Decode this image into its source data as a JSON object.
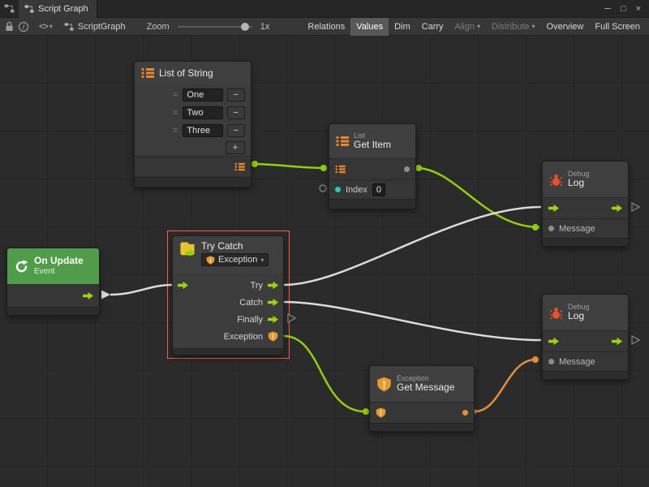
{
  "window": {
    "tab": "Script Graph",
    "controls": {
      "min": "─",
      "max": "□",
      "close": "×"
    }
  },
  "toolbar": {
    "code_glyph": "<>",
    "breadcrumb": "ScriptGraph",
    "zoom_label": "Zoom",
    "zoom_value": "1x",
    "buttons": [
      {
        "label": "Relations",
        "active": false,
        "disabled": false
      },
      {
        "label": "Values",
        "active": true,
        "disabled": false
      },
      {
        "label": "Dim",
        "active": false,
        "disabled": false
      },
      {
        "label": "Carry",
        "active": false,
        "disabled": false
      },
      {
        "label": "Align",
        "active": false,
        "disabled": true,
        "dropdown": true
      },
      {
        "label": "Distribute",
        "active": false,
        "disabled": true,
        "dropdown": true
      },
      {
        "label": "Overview",
        "active": false,
        "disabled": false
      },
      {
        "label": "Full Screen",
        "active": false,
        "disabled": false
      }
    ]
  },
  "glyphs": {
    "caret": "▾",
    "minus": "−",
    "plus": "+",
    "equals": "=",
    "exclaim": "!",
    "info": "i"
  },
  "canvas": {
    "nodes": {
      "list_of_string": {
        "title": "List of String",
        "items": [
          "One",
          "Two",
          "Three"
        ]
      },
      "get_item": {
        "category": "List",
        "title": "Get Item",
        "index_label": "Index",
        "index_value": "0"
      },
      "log_top": {
        "category": "Debug",
        "title": "Log",
        "message_label": "Message"
      },
      "on_update": {
        "title": "On Update",
        "subtitle": "Event"
      },
      "try_catch": {
        "title": "Try Catch",
        "selector": "Exception",
        "port_try": "Try",
        "port_catch": "Catch",
        "port_finally": "Finally",
        "port_exception": "Exception"
      },
      "get_message": {
        "category": "Exception",
        "title": "Get Message"
      },
      "log_bottom": {
        "category": "Debug",
        "title": "Log",
        "message_label": "Message"
      }
    },
    "connections": [
      {
        "from": "list_of_string.output",
        "to": "get_item.list",
        "color": "#8ed010"
      },
      {
        "from": "get_item.item",
        "to": "log_top.message",
        "color": "#8ed010"
      },
      {
        "from": "on_update.flow",
        "to": "try_catch.enter",
        "color": "#e0e0e0"
      },
      {
        "from": "try_catch.try",
        "to": "log_top.enter",
        "color": "#e0e0e0"
      },
      {
        "from": "try_catch.catch",
        "to": "log_bottom.enter",
        "color": "#e0e0e0"
      },
      {
        "from": "try_catch.exception",
        "to": "get_message.exception",
        "color": "#8ed010"
      },
      {
        "from": "get_message.message",
        "to": "log_bottom.message",
        "color": "#e0913f"
      }
    ]
  },
  "colors": {
    "flow_green": "#9bd40c",
    "wire_green": "#8ed010",
    "wire_white": "#dcdcdc",
    "wire_orange": "#e0913f",
    "icon_orange": "#e8872e",
    "bug_red": "#e8512e",
    "warning_orange": "#e89a2d",
    "event_green": "#4f9d4a",
    "selection": "#ff5f3d",
    "teal_port": "#2fc6c0"
  }
}
